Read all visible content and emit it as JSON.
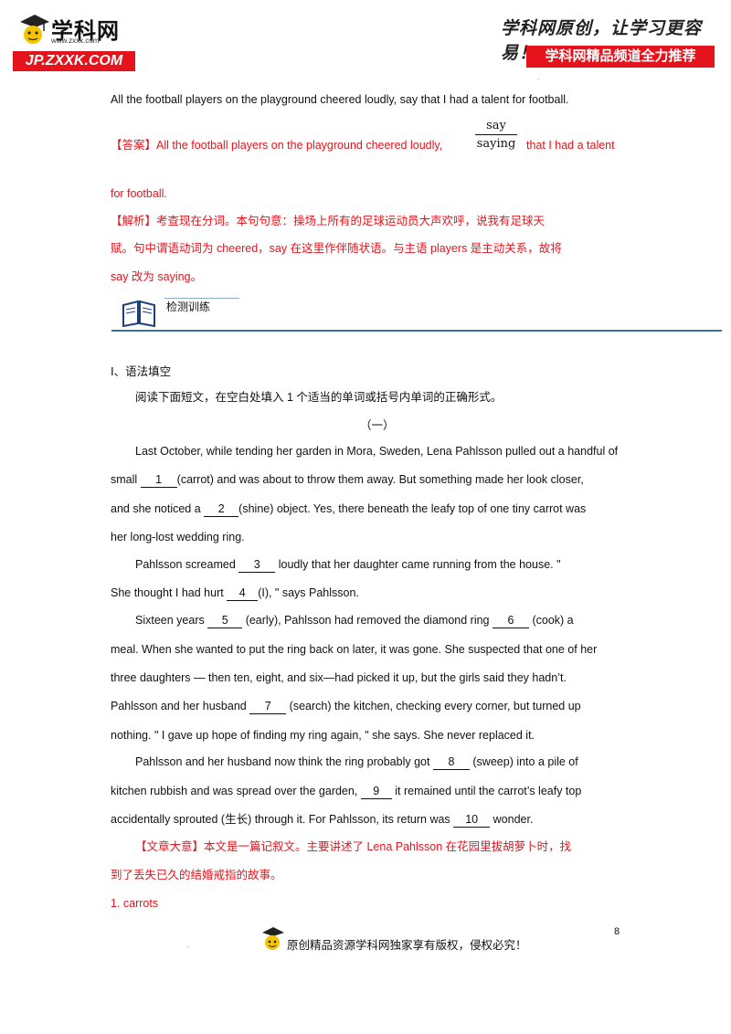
{
  "header": {
    "logo_title": "学科网",
    "logo_url": "www.zxxk.com",
    "logo_badge": "JP.ZXXK.COM",
    "slogan": "学科网原创，让学习更容易！",
    "slogan_badge": "学科网精品频道全力推荐"
  },
  "question": {
    "sentence": "All the football players on the playground cheered loudly, say that I had a talent for football.",
    "answer_label": "【答案】",
    "answer_part1": "All the football players on the playground cheered loudly,",
    "answer_wrong": "say",
    "answer_right": "saying",
    "answer_part2": "that I had a talent",
    "answer_part3": "for football.",
    "analysis_line1": "【解析】考查现在分词。本句句意：操场上所有的足球运动员大声欢呼，说我有足球天",
    "analysis_line2": "赋。句中谓语动词为 cheered，say 在这里作伴随状语。与主语 players 是主动关系，故将",
    "analysis_line3": "say 改为 saying。"
  },
  "section": {
    "label": "检测训练"
  },
  "exercise": {
    "heading": "Ⅰ、语法填空",
    "instruction": "阅读下面短文，在空白处填入 1 个适当的单词或括号内单词的正确形式。",
    "part": "（一）",
    "l1": "Last October,  while tending her garden in Mora,  Sweden,  Lena  Pahlsson  pulled out a handful of",
    "l2a": "small  ",
    "b1": "1",
    "l2b": "(carrot) and was about to throw them away.  But something made her look closer,",
    "l3a": "and she noticed a  ",
    "b2": "2",
    "l3b": "(shine) object.  Yes,  there beneath the leafy top of one tiny carrot was",
    "l4": "her long-lost wedding ring.",
    "l5a": "Pahlsson screamed  ",
    "b3": "3",
    "l5b": "  loudly that her daughter came running from the house.   \"",
    "l6a": "She thought I had hurt  ",
    "b4": "4",
    "l6b": "(I), \" says Pahlsson.",
    "l7a": "Sixteen years  ",
    "b5": "5",
    "l7b": "  (early),  Pahlsson had removed the diamond ring   ",
    "b6": "6",
    "l7c": "  (cook) a",
    "l8": "meal. When she wanted to put the ring back on later, it was gone. She suspected that one of her",
    "l9": "three daughters  —   then ten,  eight, and six—had picked it up, but the girls said they hadn’t.",
    "l10a": "Pahlsson and her husband  ",
    "b7": "7",
    "l10b": "  (search) the kitchen, checking every corner,  but turned up",
    "l11": "nothing.   \" I gave up hope of finding my ring again, \"   she says. She never replaced it.",
    "l12a": "Pahlsson and her husband now think the ring probably got  ",
    "b8": "8",
    "l12b": "  (sweep) into a pile of",
    "l13a": "kitchen rubbish and was spread over the garden,  ",
    "b9": "9",
    "l13b": "  it remained until the carrot’s leafy top",
    "l14a": "accidentally sprouted (生长) through it. For Pahlsson, its return was  ",
    "b10": "10",
    "l14b": "  wonder.",
    "summary1": "【文章大意】本文是一篇记叙文。主要讲述了 Lena  Pahlsson 在花园里拔胡萝卜时，找",
    "summary2": "到了丢失已久的结婚戒指的故事。",
    "answer1": "1.  carrots"
  },
  "footer": {
    "text": "原创精品资源学科网独家享有版权，侵权必究！",
    "page_number": "8"
  },
  "colors": {
    "accent_red": "#e5141c",
    "rule_blue": "#3a6ea5"
  }
}
